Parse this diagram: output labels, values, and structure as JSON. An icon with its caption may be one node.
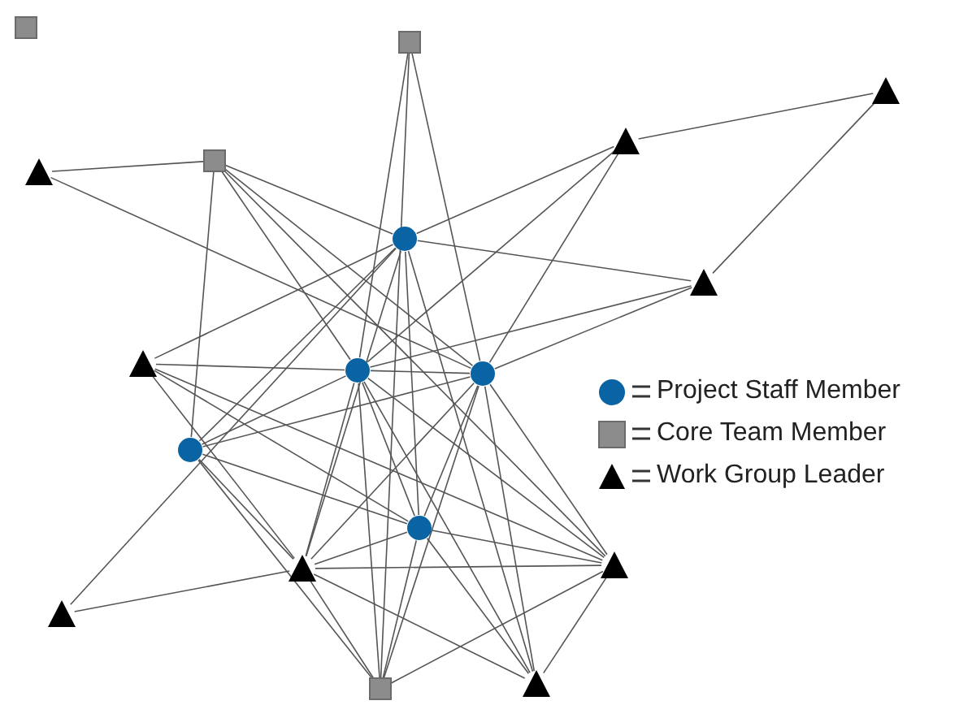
{
  "diagram": {
    "nodes": [
      {
        "text": [],
        "shape": "box"
      },
      {
        "text": [],
        "shape": "box"
      },
      {
        "text": [],
        "shape": "triangle"
      },
      {
        "text": [],
        "shape": "triangle"
      },
      {
        "text": [],
        "shape": "box"
      },
      {
        "text": [],
        "shape": "triangle"
      },
      {
        "text": [],
        "shape": "circle"
      },
      {
        "text": [],
        "shape": "triangle"
      },
      {
        "text": [],
        "shape": "triangle"
      },
      {
        "text": [],
        "shape": "circle"
      },
      {
        "text": [],
        "shape": "circle"
      },
      {
        "text": [],
        "shape": "circle"
      },
      {
        "text": [],
        "shape": "circle"
      },
      {
        "text": [],
        "shape": "triangle"
      },
      {
        "text": [],
        "shape": "triangle"
      },
      {
        "text": [],
        "shape": "triangle"
      },
      {
        "text": [],
        "shape": "box"
      },
      {
        "text": [],
        "shape": "triangle"
      }
    ],
    "edges": [
      {
        "from": 5,
        "to": 4,
        "arrow": "none"
      },
      {
        "from": 5,
        "to": 10,
        "arrow": "none"
      },
      {
        "from": 4,
        "to": 6,
        "arrow": "none"
      },
      {
        "from": 4,
        "to": 11,
        "arrow": "none"
      },
      {
        "from": 4,
        "to": 9,
        "arrow": "none"
      },
      {
        "from": 4,
        "to": 10,
        "arrow": "none"
      },
      {
        "from": 4,
        "to": 14,
        "arrow": "none"
      },
      {
        "from": 1,
        "to": 9,
        "arrow": "none"
      },
      {
        "from": 1,
        "to": 16,
        "arrow": "none"
      },
      {
        "from": 1,
        "to": 10,
        "arrow": "none"
      },
      {
        "from": 3,
        "to": 2,
        "arrow": "none"
      },
      {
        "from": 3,
        "to": 6,
        "arrow": "none"
      },
      {
        "from": 3,
        "to": 9,
        "arrow": "none"
      },
      {
        "from": 3,
        "to": 10,
        "arrow": "none"
      },
      {
        "from": 2,
        "to": 7,
        "arrow": "none"
      },
      {
        "from": 6,
        "to": 7,
        "arrow": "none"
      },
      {
        "from": 7,
        "to": 9,
        "arrow": "none"
      },
      {
        "from": 7,
        "to": 10,
        "arrow": "none"
      },
      {
        "from": 8,
        "to": 6,
        "arrow": "none"
      },
      {
        "from": 8,
        "to": 9,
        "arrow": "none"
      },
      {
        "from": 8,
        "to": 12,
        "arrow": "none"
      },
      {
        "from": 8,
        "to": 13,
        "arrow": "none"
      },
      {
        "from": 8,
        "to": 14,
        "arrow": "none"
      },
      {
        "from": 11,
        "to": 6,
        "arrow": "none"
      },
      {
        "from": 11,
        "to": 9,
        "arrow": "none"
      },
      {
        "from": 11,
        "to": 10,
        "arrow": "none"
      },
      {
        "from": 11,
        "to": 12,
        "arrow": "none"
      },
      {
        "from": 11,
        "to": 13,
        "arrow": "none"
      },
      {
        "from": 11,
        "to": 16,
        "arrow": "none"
      },
      {
        "from": 15,
        "to": 13,
        "arrow": "none"
      },
      {
        "from": 15,
        "to": 6,
        "arrow": "none"
      },
      {
        "from": 9,
        "to": 10,
        "arrow": "none"
      },
      {
        "from": 9,
        "to": 13,
        "arrow": "none"
      },
      {
        "from": 9,
        "to": 16,
        "arrow": "none"
      },
      {
        "from": 9,
        "to": 12,
        "arrow": "none"
      },
      {
        "from": 9,
        "to": 17,
        "arrow": "none"
      },
      {
        "from": 9,
        "to": 14,
        "arrow": "none"
      },
      {
        "from": 6,
        "to": 13,
        "arrow": "none"
      },
      {
        "from": 6,
        "to": 12,
        "arrow": "none"
      },
      {
        "from": 6,
        "to": 17,
        "arrow": "none"
      },
      {
        "from": 10,
        "to": 13,
        "arrow": "none"
      },
      {
        "from": 10,
        "to": 16,
        "arrow": "none"
      },
      {
        "from": 10,
        "to": 14,
        "arrow": "none"
      },
      {
        "from": 10,
        "to": 17,
        "arrow": "none"
      },
      {
        "from": 10,
        "to": 12,
        "arrow": "none"
      },
      {
        "from": 12,
        "to": 13,
        "arrow": "none"
      },
      {
        "from": 12,
        "to": 14,
        "arrow": "none"
      },
      {
        "from": 12,
        "to": 16,
        "arrow": "none"
      },
      {
        "from": 12,
        "to": 17,
        "arrow": "none"
      },
      {
        "from": 13,
        "to": 14,
        "arrow": "none"
      },
      {
        "from": 13,
        "to": 16,
        "arrow": "none"
      },
      {
        "from": 13,
        "to": 17,
        "arrow": "none"
      },
      {
        "from": 16,
        "to": 14,
        "arrow": "none"
      },
      {
        "from": 14,
        "to": 17,
        "arrow": "none"
      }
    ],
    "legend": [
      {
        "text": "Project Staff Member"
      },
      {
        "text": "Core Team Member"
      },
      {
        "text": "Work Group Leader"
      }
    ]
  }
}
